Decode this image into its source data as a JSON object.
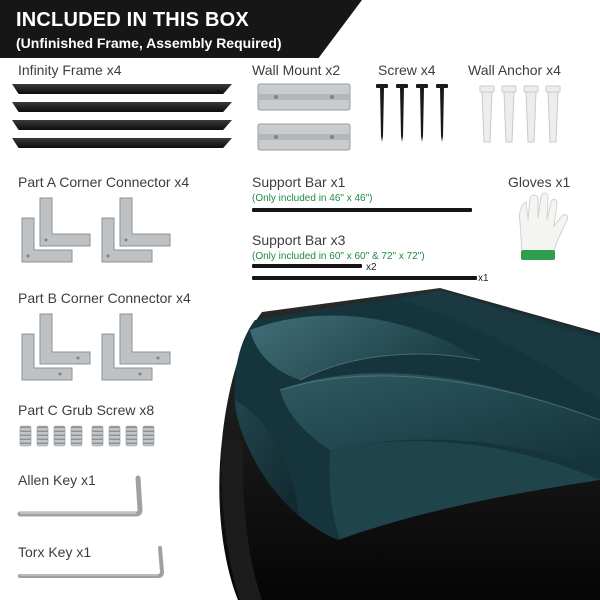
{
  "banner": {
    "title": "INCLUDED IN THIS BOX",
    "subtitle": "(Unfinished Frame, Assembly Required)"
  },
  "items": {
    "infinity_frame": "Infinity Frame x4",
    "wall_mount": "Wall Mount x2",
    "screw": "Screw x4",
    "wall_anchor": "Wall Anchor x4",
    "part_a": "Part A Corner Connector x4",
    "support_bar_1": "Support Bar x1",
    "support_bar_1_note": "(Only included in 46\" x 46\")",
    "gloves": "Gloves x1",
    "support_bar_3": "Support Bar x3",
    "support_bar_3_note": "(Only included in 60\" x 60\" & 72\" x 72\")",
    "qty_x2": "x2",
    "qty_x1": "x1",
    "part_b": "Part B Corner Connector x4",
    "part_c": "Part C Grub Screw x8",
    "allen_key": "Allen Key x1",
    "torx_key": "Torx Key x1"
  },
  "icons": {
    "frame": "frame-bar-icon",
    "wall_mount": "wall-mount-bracket-icon",
    "screw": "screw-icon",
    "anchor": "wall-anchor-icon",
    "corner_a": "corner-connector-a-icon",
    "corner_b": "corner-connector-b-icon",
    "grub_screw": "grub-screw-icon",
    "allen_key": "allen-key-icon",
    "torx_key": "torx-key-icon",
    "gloves": "gloves-icon",
    "support_bar": "support-bar-icon",
    "artwork": "framed-leaf-artwork"
  },
  "colors": {
    "banner": "#161616",
    "note_green": "#1f8a43",
    "metal": "#b9bcbf",
    "artwork_teal": "#1d3e46",
    "frame_black": "#111111"
  }
}
